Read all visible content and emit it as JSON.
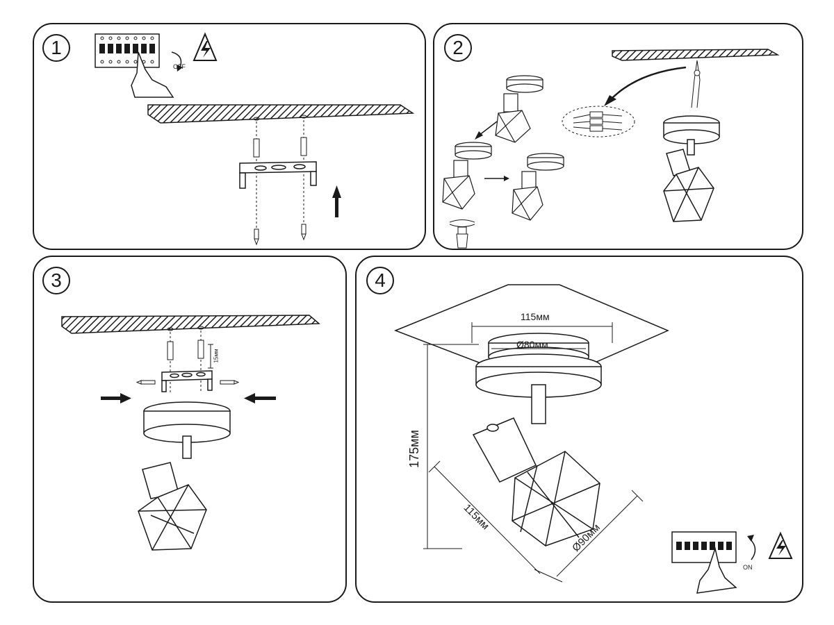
{
  "steps": [
    {
      "number": "1",
      "switch_label": "OFF"
    },
    {
      "number": "2"
    },
    {
      "number": "3",
      "bracket_gap": "15мм"
    },
    {
      "number": "4",
      "switch_label": "ON"
    }
  ],
  "dimensions": {
    "canopy_width": "115мм",
    "canopy_diameter": "Ø80мм",
    "total_height": "175мм",
    "shade_length": "115мм",
    "shade_diameter": "Ø90мм"
  },
  "icons": [
    "circuit-breaker-icon",
    "hand-icon",
    "high-voltage-warning-icon",
    "arrow-up-icon",
    "arrow-right-icon",
    "bulb-icon"
  ],
  "colors": {
    "line": "#1a1a1a",
    "background": "#ffffff"
  }
}
